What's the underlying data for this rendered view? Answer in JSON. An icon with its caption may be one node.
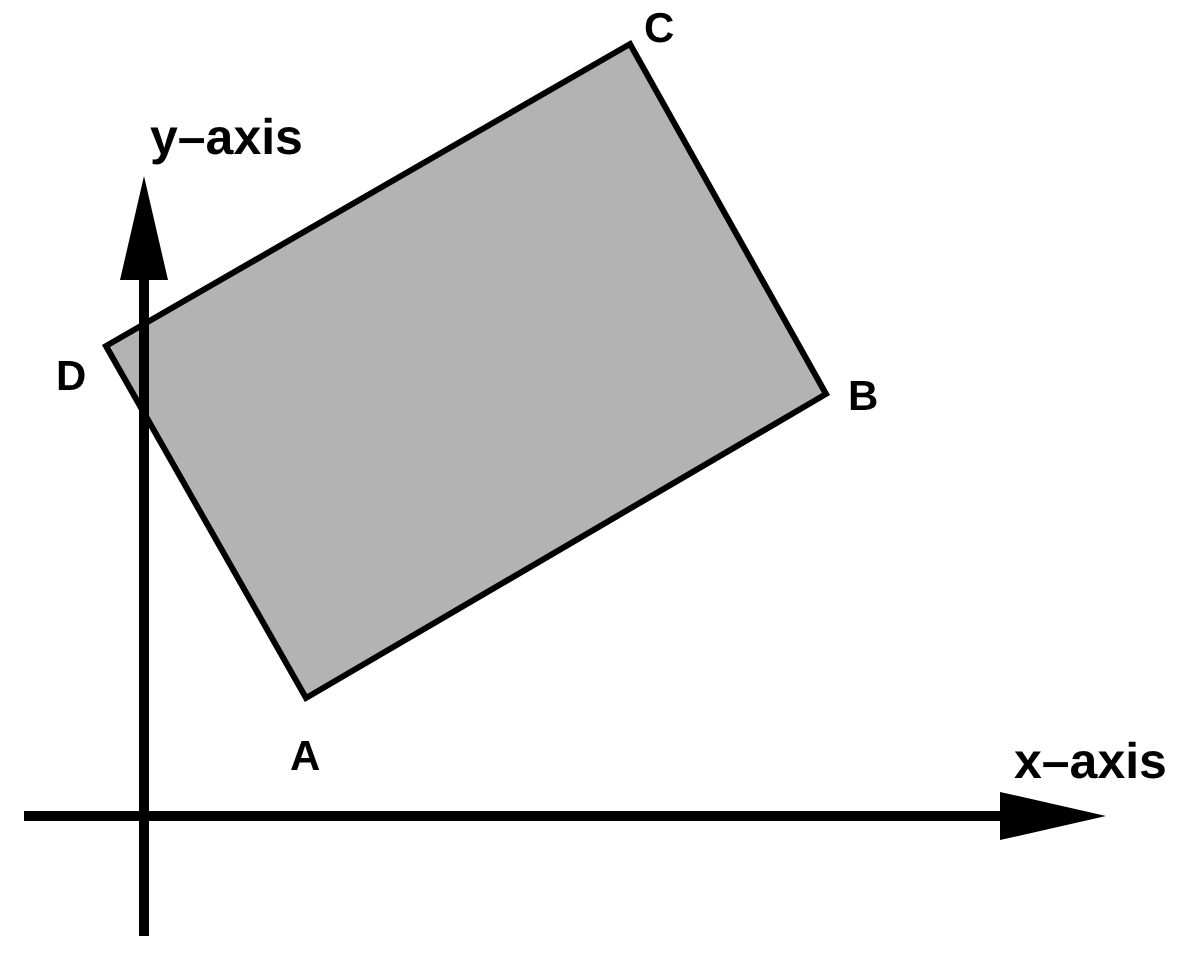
{
  "diagram": {
    "labels": [
      "C",
      "y–axis",
      "D",
      "B",
      "A",
      "x–axis"
    ]
  }
}
